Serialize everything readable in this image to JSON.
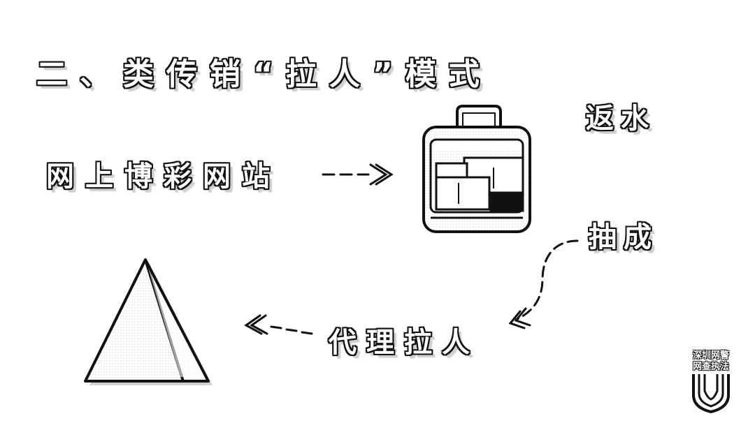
{
  "title": "二、类传销“拉人”模式",
  "labels": {
    "website": "网上博彩网站",
    "rebate": "返水",
    "commission": "抽成",
    "recruit": "代理拉人"
  },
  "logo": {
    "line1": "深圳网警",
    "line2": "网查执法"
  },
  "colors": {
    "ink": "#111111",
    "shadow": "#cfcfcf",
    "fill": "#ffffff"
  },
  "icons": [
    "briefcase-icon",
    "pyramid-icon",
    "dashed-arrow-icon",
    "badge-icon"
  ]
}
